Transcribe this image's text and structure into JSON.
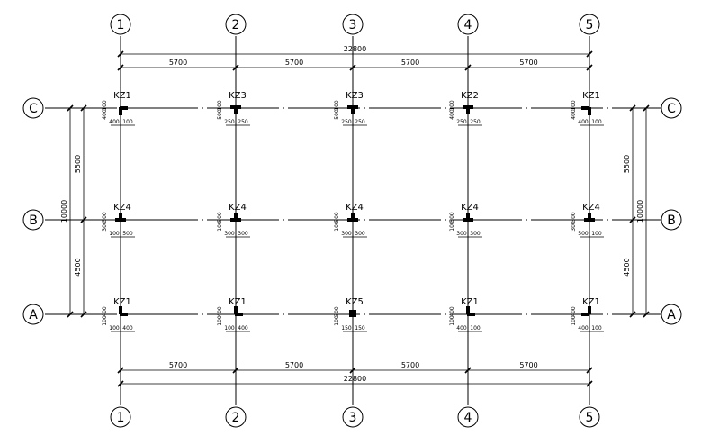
{
  "axes": {
    "columns": [
      "1",
      "2",
      "3",
      "4",
      "5"
    ],
    "rows": [
      "C",
      "B",
      "A"
    ]
  },
  "dimensions": {
    "overall_x": "22800",
    "bays_x": [
      "5700",
      "5700",
      "5700",
      "5700"
    ],
    "overall_y": "10000",
    "bays_y": [
      "5500",
      "4500"
    ]
  },
  "columns": [
    {
      "row": "C",
      "col": "1",
      "label": "KZ1",
      "dims": [
        "100",
        "400",
        "400",
        "100"
      ]
    },
    {
      "row": "C",
      "col": "2",
      "label": "KZ3",
      "dims": [
        "100",
        "500",
        "250",
        "250"
      ]
    },
    {
      "row": "C",
      "col": "3",
      "label": "KZ3",
      "dims": [
        "100",
        "500",
        "250",
        "250"
      ]
    },
    {
      "row": "C",
      "col": "4",
      "label": "KZ2",
      "dims": [
        "100",
        "400",
        "250",
        "250"
      ]
    },
    {
      "row": "C",
      "col": "5",
      "label": "KZ1",
      "dims": [
        "100",
        "400",
        "400",
        "100"
      ]
    },
    {
      "row": "B",
      "col": "1",
      "label": "KZ4",
      "dims": [
        "300",
        "300",
        "100",
        "500"
      ]
    },
    {
      "row": "B",
      "col": "2",
      "label": "KZ4",
      "dims": [
        "500",
        "100",
        "300",
        "300"
      ]
    },
    {
      "row": "B",
      "col": "3",
      "label": "KZ4",
      "dims": [
        "500",
        "100",
        "300",
        "300"
      ]
    },
    {
      "row": "B",
      "col": "4",
      "label": "KZ4",
      "dims": [
        "500",
        "100",
        "300",
        "300"
      ]
    },
    {
      "row": "B",
      "col": "5",
      "label": "KZ4",
      "dims": [
        "300",
        "300",
        "500",
        "100"
      ]
    },
    {
      "row": "A",
      "col": "1",
      "label": "KZ1",
      "dims": [
        "400",
        "100",
        "100",
        "400"
      ]
    },
    {
      "row": "A",
      "col": "2",
      "label": "KZ1",
      "dims": [
        "400",
        "100",
        "100",
        "400"
      ]
    },
    {
      "row": "A",
      "col": "3",
      "label": "KZ5",
      "dims": [
        "300",
        "100",
        "150",
        "150"
      ]
    },
    {
      "row": "A",
      "col": "4",
      "label": "KZ1",
      "dims": [
        "400",
        "100",
        "400",
        "100"
      ]
    },
    {
      "row": "A",
      "col": "5",
      "label": "KZ1",
      "dims": [
        "400",
        "100",
        "400",
        "100"
      ]
    }
  ]
}
